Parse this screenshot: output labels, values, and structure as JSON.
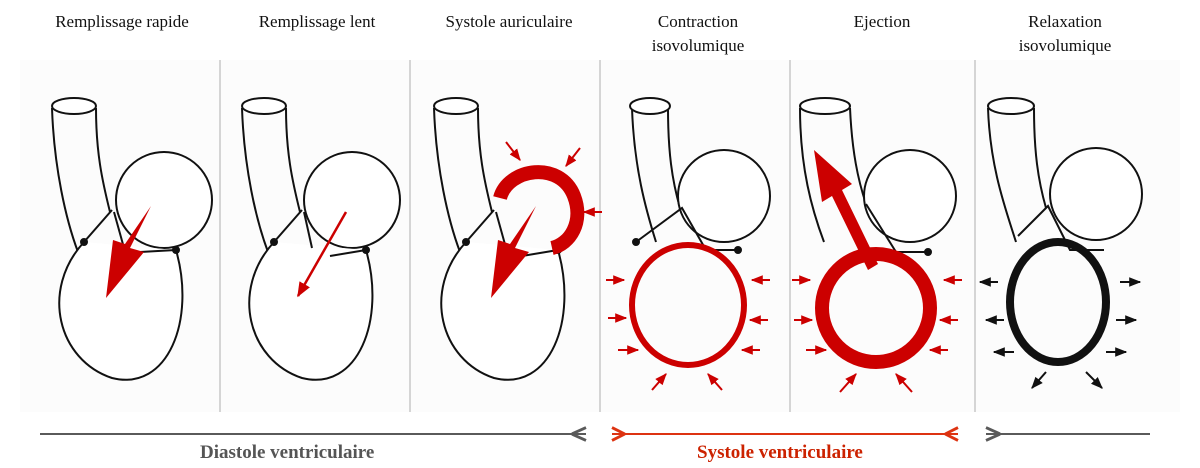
{
  "colors": {
    "red": "#cc0000",
    "arrow_gray": "#5a5a5a",
    "divider": "#c8c8c8",
    "label_gray": "#555555",
    "label_red": "#cc2200",
    "outline": "#111111"
  },
  "phases": [
    {
      "title": "Remplissage rapide"
    },
    {
      "title": "Remplissage lent"
    },
    {
      "title": "Systole auriculaire"
    },
    {
      "title": "Contraction\nisovolumique"
    },
    {
      "title": "Ejection"
    },
    {
      "title": "Relaxation\nisovolumique"
    }
  ],
  "timeline": {
    "diastole_label": "Diastole ventriculaire",
    "systole_label": "Systole ventriculaire"
  }
}
